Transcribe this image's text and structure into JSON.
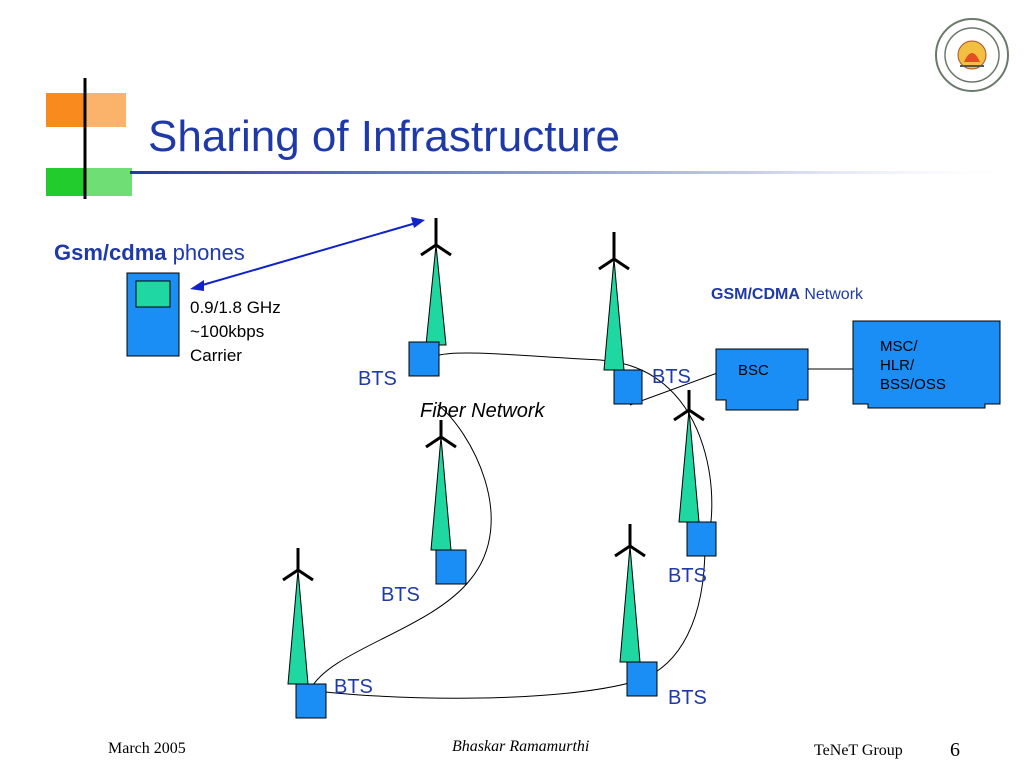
{
  "slide": {
    "title": "Sharing of Infrastructure",
    "phones": {
      "strong": "Gsm/cdma",
      "light": "phones"
    },
    "carrier": [
      "0.9/1.8 GHz",
      "~100kbps",
      "Carrier"
    ],
    "network_label": {
      "strong": "GSM/CDMA",
      "light": "Network"
    },
    "fiber_label": "Fiber Network",
    "bts_label": "BTS",
    "bsc_label": "BSC",
    "msc_lines": [
      "MSC/",
      "HLR/",
      "BSS/OSS"
    ]
  },
  "footer": {
    "date": "March 2005",
    "author": "Bhaskar Ramamurthi",
    "group": "TeNeT Group",
    "page": "6"
  },
  "colors": {
    "title": "#1f3aa8",
    "antenna": "#1fd7a0",
    "tower_box": "#1a8ef5",
    "bsc": "#1a8ef5",
    "arrow": "#1022c8",
    "logo_orange": "#f98a1e",
    "logo_green": "#22cc2c"
  },
  "icons": {
    "logo": "institute-seal-icon",
    "phone": "mobile-phone-icon",
    "tower": "bts-antenna-icon"
  }
}
